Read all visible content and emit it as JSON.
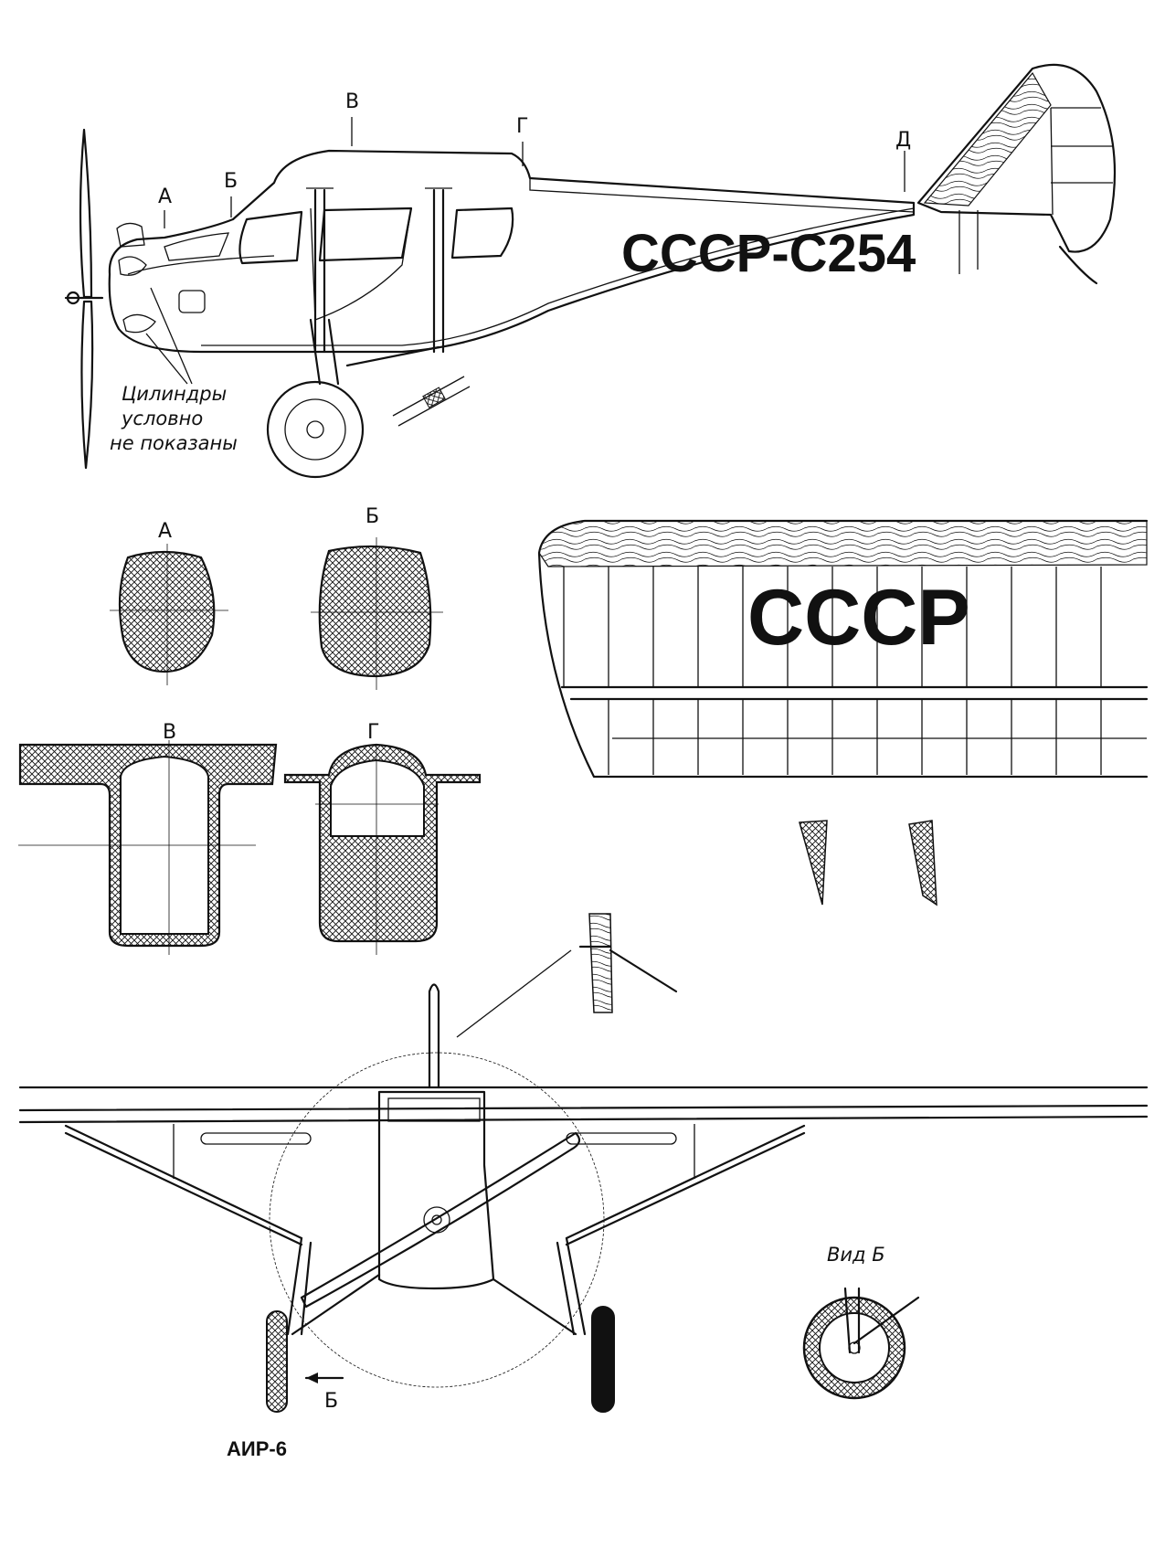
{
  "title": "АИР-6",
  "side_view": {
    "registration": "СССР-С254",
    "section_markers": [
      "А",
      "Б",
      "В",
      "Г",
      "Д"
    ],
    "note_lines": [
      "Цилиндры",
      "условно",
      "не показаны"
    ]
  },
  "sections": {
    "a": "А",
    "b": "Б",
    "v": "В",
    "g": "Г"
  },
  "wing_view": {
    "marking": "СССР"
  },
  "front_view": {
    "arrow_label": "Б",
    "detail_label": "Вид Б"
  }
}
